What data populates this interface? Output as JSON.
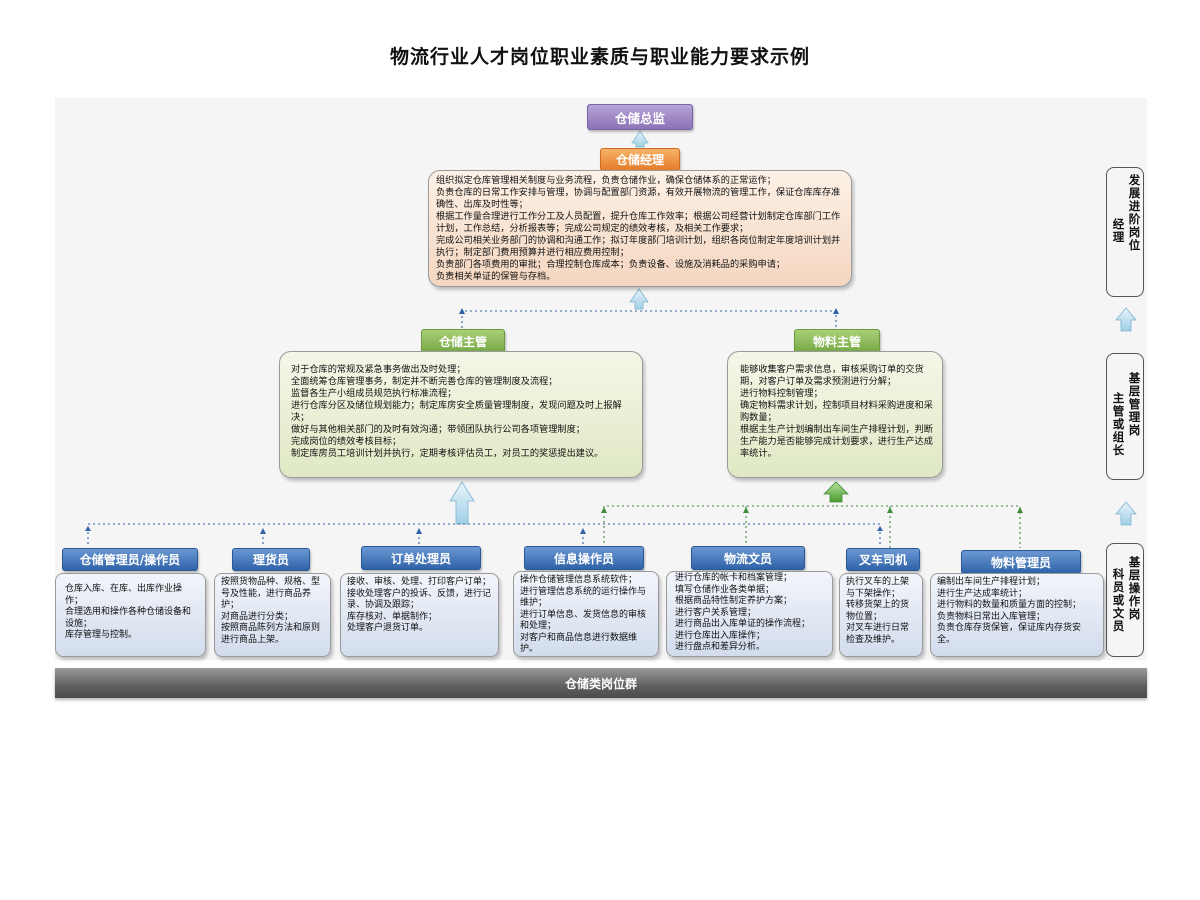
{
  "title": "物流行业人才岗位职业素质与职业能力要求示例",
  "director": {
    "label": "仓储总监"
  },
  "manager": {
    "label": "仓储经理",
    "duties": [
      "组织拟定仓库管理相关制度与业务流程，负责仓储作业，确保仓储体系的正常运作；",
      "负责仓库的日常工作安排与管理，协调与配置部门资源，有效开展物流的管理工作，保证仓库库存准确性、出库及时性等；",
      "根据工作量合理进行工作分工及人员配置，提升仓库工作效率；根据公司经营计划制定仓库部门工作计划，工作总结，分析报表等；完成公司规定的绩效考核，及相关工作要求；",
      "完成公司相关业务部门的协调和沟通工作；拟订年度部门培训计划，组织各岗位制定年度培训计划并执行；制定部门费用预算并进行相应费用控制；",
      "负责部门各项费用的审批；合理控制仓库成本；负责设备、设施及消耗品的采购申请；",
      "负责相关单证的保管与存档。"
    ]
  },
  "warehouse_supervisor": {
    "label": "仓储主管",
    "duties": [
      "对于仓库的常规及紧急事务做出及时处理；",
      "全面统筹仓库管理事务，制定并不断完善仓库的管理制度及流程；",
      "监督各生产小组成员规范执行标准流程；",
      "进行仓库分区及储位规划能力；制定库房安全质量管理制度，发现问题及时上报解决；",
      "做好与其他相关部门的及时有效沟通；带领团队执行公司各项管理制度；",
      "完成岗位的绩效考核目标；",
      "制定库房员工培训计划并执行，定期考核评估员工，对员工的奖惩提出建议。"
    ]
  },
  "material_supervisor": {
    "label": "物料主管",
    "duties": [
      "能够收集客户需求信息，审核采购订单的交货期，对客户订单及需求预测进行分解；",
      "进行物料控制管理；",
      "确定物料需求计划，控制项目材料采购进度和采购数量；",
      "根据主生产计划编制出车间生产排程计划，判断生产能力是否能够完成计划要求，进行生产达成率统计。"
    ]
  },
  "staff": [
    {
      "label": "仓储管理员/操作员",
      "duties": [
        "仓库入库、在库、出库作业操作；",
        "合理选用和操作各种仓储设备和设施；",
        "库存管理与控制。"
      ]
    },
    {
      "label": "理货员",
      "duties": [
        "按照货物品种、规格、型号及性能，进行商品养护；",
        "对商品进行分类；",
        "按照商品陈列方法和原则进行商品上架。"
      ]
    },
    {
      "label": "订单处理员",
      "duties": [
        "接收、审核、处理、打印客户订单；",
        "接收处理客户的投诉、反馈，进行记录、协调及跟踪；",
        "库存核对、单据制作；",
        "处理客户退货订单。"
      ]
    },
    {
      "label": "信息操作员",
      "duties": [
        "操作仓储管理信息系统软件；",
        "进行管理信息系统的运行操作与维护；",
        "进行订单信息、发货信息的审核和处理；",
        "对客户和商品信息进行数据维护。"
      ]
    },
    {
      "label": "物流文员",
      "duties": [
        "进行仓库的帐卡和档案管理；",
        "填写仓储作业各类单据；",
        "根据商品特性制定养护方案；",
        "进行客户关系管理；",
        "进行商品出入库单证的操作流程；",
        "进行仓库出入库操作；",
        "进行盘点和差异分析。"
      ]
    },
    {
      "label": "叉车司机",
      "duties": [
        "执行叉车的上架与下架操作；",
        "转移货架上的货物位置；",
        "对叉车进行日常检查及维护。"
      ]
    },
    {
      "label": "物料管理员",
      "duties": [
        "编制出车间生产排程计划；",
        "进行生产达成率统计；",
        "进行物料的数量和质量方面的控制；",
        "负责物料日常出入库管理；",
        "负责仓库存货保管，保证库内存货安全。"
      ]
    }
  ],
  "bottom_bar": "仓储类岗位群",
  "side_labels": [
    {
      "main": "发展进阶岗位",
      "sub": "经理"
    },
    {
      "main": "基层管理岗",
      "sub": "主管或组长"
    },
    {
      "main": "基层操作岗",
      "sub": "科员或文员"
    }
  ],
  "colors": {
    "director": "#8b73b8",
    "manager": "#e47c2b",
    "supervisor": "#76a845",
    "staff": "#2f62a8",
    "link_blue": "#2f62a8",
    "link_green": "#3d8a3a"
  }
}
